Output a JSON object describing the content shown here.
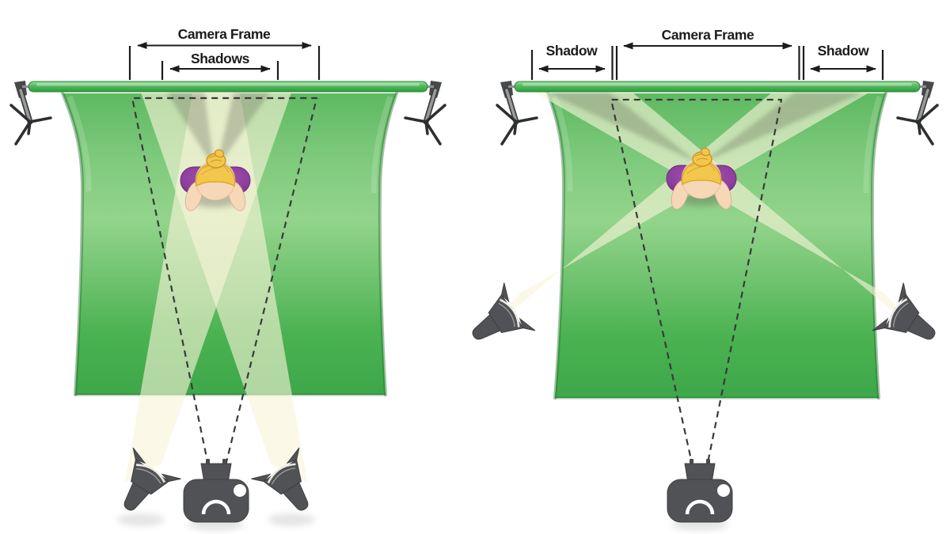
{
  "left_diagram": {
    "camera_frame_label": "Camera Frame",
    "shadows_label": "Shadows"
  },
  "right_diagram": {
    "camera_frame_label": "Camera Frame",
    "shadow_left_label": "Shadow",
    "shadow_right_label": "Shadow"
  },
  "colors": {
    "background": "#ffffff",
    "backdrop_green_top": "#5eb961",
    "backdrop_green_mid": "#93d48c",
    "backdrop_green_bottom": "#3ea74a",
    "rod_green": "#58bb60",
    "beam_cream": "#f8f4d8",
    "cast_shadow_gray": "#5d614d",
    "equipment_gray": "#515255",
    "dashed_line": "#3a3a3a",
    "label_text": "#1c1c1c",
    "shirt_purple": "#8d3f9d",
    "hair_gold": "#f2c74b",
    "skin_tone": "#f6d7b8"
  }
}
